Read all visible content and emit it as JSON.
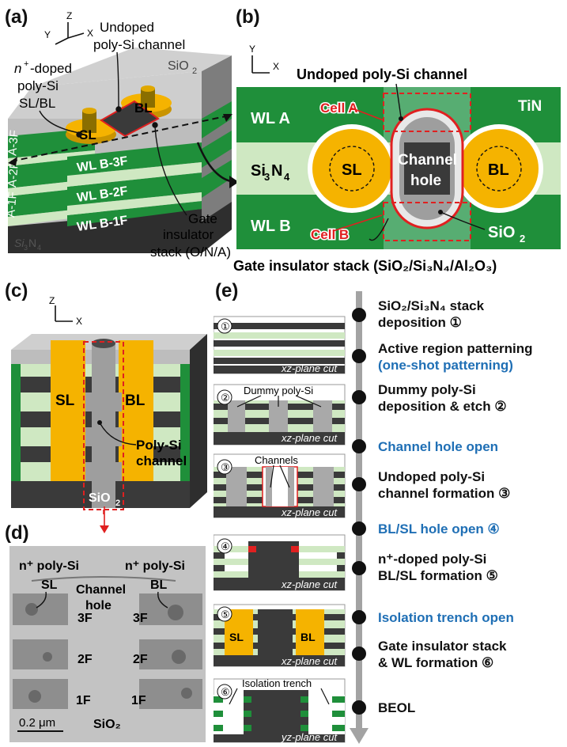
{
  "panel_a": {
    "label": "(a)",
    "axes": {
      "z": "Z",
      "y": "Y",
      "x": "X"
    },
    "undoped_label": "Undoped\npoly-Si channel",
    "ndoped_line1": "n",
    "ndoped_sup": "+",
    "ndoped_line1_rest": "-doped",
    "ndoped_line2": "poly-Si",
    "ndoped_line3": "SL/BL",
    "sio2": "SiO",
    "sio2_sub": "2",
    "sl": "SL",
    "bl": "BL",
    "a3f": "A-3F",
    "a2f": "A-2F",
    "a1f": "A-1F",
    "si3n4": "Si",
    "si3n4_sub1": "3",
    "si3n4_n": "N",
    "si3n4_sub2": "4",
    "wlb3f": "WL B-3F",
    "wlb2f": "WL B-2F",
    "wlb1f": "WL B-1F",
    "gate1": "Gate",
    "gate2": "insulator",
    "gate3": "stack (O/N/A)"
  },
  "panel_b": {
    "label": "(b)",
    "axes": {
      "y": "Y",
      "x": "X"
    },
    "undoped_label": "Undoped poly-Si channel",
    "wla": "WL A",
    "wlb": "WL B",
    "tin": "TiN",
    "cell_a": "Cell A",
    "cell_b": "Cell B",
    "si3n4": "Si",
    "si3n4_sub1": "3",
    "si3n4_n": "N",
    "si3n4_sub2": "4",
    "sl": "SL",
    "bl": "BL",
    "channel": "Channel",
    "hole": "hole",
    "sio2": "SiO",
    "sio2_sub": "2",
    "gate_caption": "Gate insulator stack (SiO₂/Si₃N₄/Al₂O₃)"
  },
  "panel_c": {
    "label": "(c)",
    "axes": {
      "z": "Z",
      "x": "X"
    },
    "sl": "SL",
    "bl": "BL",
    "polysi": "Poly-Si",
    "channel": "channel",
    "sio2": "SiO",
    "sio2_sub": "2"
  },
  "panel_d": {
    "label": "(d)",
    "n_poly_left": "n⁺ poly-Si",
    "n_poly_right": "n⁺ poly-Si",
    "sl": "SL",
    "bl": "BL",
    "channel": "Channel",
    "hole": "hole",
    "f3l": "3F",
    "f3r": "3F",
    "f2l": "2F",
    "f2r": "2F",
    "f1l": "1F",
    "f1r": "1F",
    "scale": "0.2 μm",
    "sio2": "SiO₂"
  },
  "panel_e": {
    "label": "(e)",
    "cut_xz": "xz-plane cut",
    "cut_yz": "yz-plane cut",
    "dummy_label": "Dummy poly-Si",
    "channels_label": "Channels",
    "sl": "SL",
    "bl": "BL",
    "trench_label": "Isolation trench",
    "step_numbers": [
      "①",
      "②",
      "③",
      "④",
      "⑤",
      "⑥"
    ],
    "steps": [
      {
        "line1": "SiO₂/Si₃N₄ stack",
        "line2": "deposition ①",
        "blue": false
      },
      {
        "line1": "Active region patterning",
        "line2": "(one-shot patterning)",
        "blue_line2": true
      },
      {
        "line1": "Dummy poly-Si",
        "line2": "deposition & etch ②",
        "blue": false
      },
      {
        "line1": "Channel hole open",
        "line2": "",
        "blue": true
      },
      {
        "line1": "Undoped poly-Si",
        "line2": "channel formation ③",
        "blue": false
      },
      {
        "line1": "BL/SL hole open ④",
        "line2": "",
        "blue": true
      },
      {
        "line1": "n⁺-doped poly-Si",
        "line2": "BL/SL formation ⑤",
        "blue": false
      },
      {
        "line1": "Isolation trench open",
        "line2": "",
        "blue": true
      },
      {
        "line1": "Gate insulator stack",
        "line2": "& WL formation ⑥",
        "blue": false
      },
      {
        "line1": "BEOL",
        "line2": "",
        "blue": false
      }
    ]
  },
  "colors": {
    "wl_green": "#1f8f3a",
    "nitride": "#cfe8c2",
    "gold": "#f5b300",
    "dark": "#3a3a3a",
    "gray": "#a9a9a9",
    "red": "#e02020",
    "blue_text": "#1f6fb5"
  }
}
